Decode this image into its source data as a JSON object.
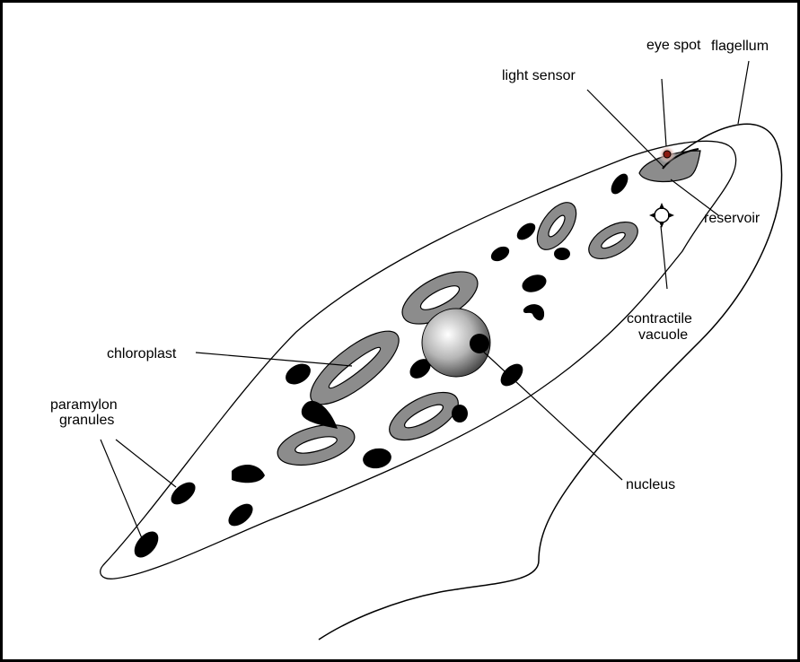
{
  "labels": {
    "eye_spot": "eye spot",
    "flagellum": "flagellum",
    "light_sensor": "light sensor",
    "reservoir": "reservoir",
    "contractile_vacuole_line1": "contractile",
    "contractile_vacuole_line2": "vacuole",
    "chloroplast": "chloroplast",
    "paramylon_line1": "paramylon",
    "paramylon_line2": "granules",
    "nucleus": "nucleus"
  },
  "colors": {
    "outline": "#000000",
    "chloroplast_fill": "#8c8c8c",
    "granule_fill": "#000000",
    "eye_spot": "#8b1a10",
    "nucleus_light": "#ffffff",
    "nucleus_dark": "#4a4a4a"
  }
}
